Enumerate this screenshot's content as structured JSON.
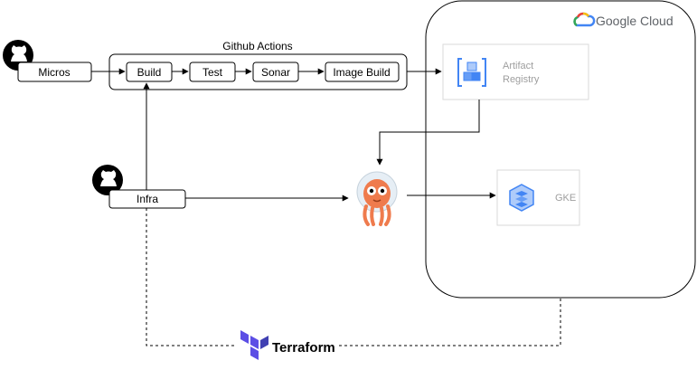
{
  "repos": {
    "micros": "Micros",
    "infra": "Infra"
  },
  "github_actions": {
    "title": "Github Actions",
    "steps": [
      "Build",
      "Test",
      "Sonar",
      "Image Build"
    ]
  },
  "google_cloud": {
    "brand": "Google Cloud",
    "services": {
      "artifact_registry": [
        "Artifact",
        "Registry"
      ],
      "gke": "GKE"
    }
  },
  "terraform": {
    "label": "Terraform"
  },
  "colors": {
    "line": "#000000",
    "box_stroke": "#000000",
    "gcp_box_stroke": "#dadada",
    "gcp_blue": "#4285f4",
    "gcp_blue_light": "#aecbfa",
    "terraform_purple": "#5c4ee5",
    "argo_orange": "#ef7b4d",
    "argo_helmet": "#e6eef5"
  },
  "icons": [
    "github-icon",
    "artifact-registry-icon",
    "gke-icon",
    "argocd-icon",
    "terraform-icon",
    "google-cloud-icon"
  ]
}
